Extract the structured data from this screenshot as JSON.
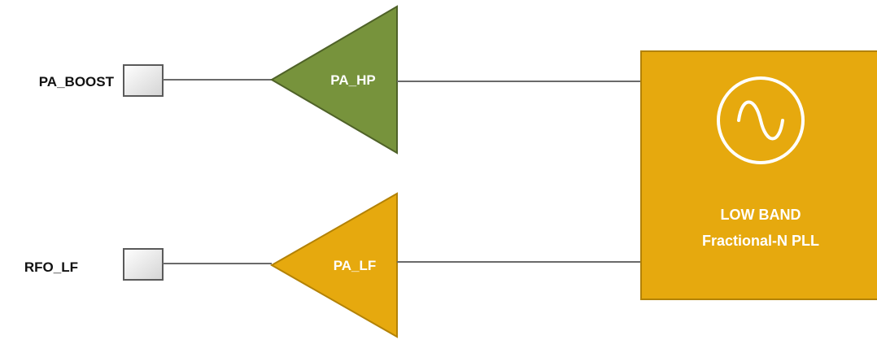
{
  "pins": {
    "pa_boost": "PA_BOOST",
    "rfo_lf": "RFO_LF"
  },
  "amplifiers": {
    "pa_hp": "PA_HP",
    "pa_lf": "PA_LF"
  },
  "pll": {
    "line1": "LOW BAND",
    "line2": "Fractional-N PLL",
    "icon": "sine-wave-oscillator-icon"
  },
  "colors": {
    "pa_hp_fill": "#77933c",
    "pa_lf_fill": "#e6a90e",
    "pll_fill": "#e6a90e",
    "wire": "#6a6a6a"
  }
}
